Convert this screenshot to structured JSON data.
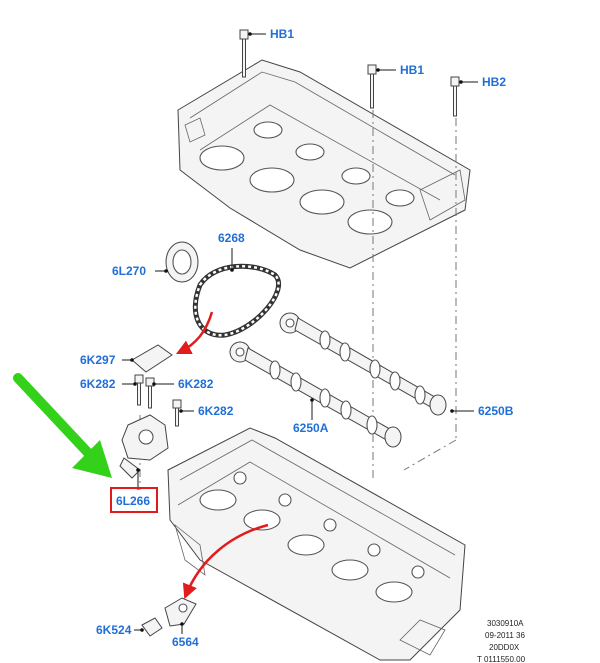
{
  "callouts": {
    "hb1_top": "HB1",
    "hb1_mid": "HB1",
    "hb2": "HB2",
    "p6268": "6268",
    "p6l270": "6L270",
    "p6k297": "6K297",
    "p6k282_left": "6K282",
    "p6k282_right": "6K282",
    "p6k282_lower": "6K282",
    "p6250a": "6250A",
    "p6250b": "6250B",
    "p6l266": "6L266",
    "p6k524": "6K524",
    "p6564": "6564"
  },
  "reference": {
    "line1": "3030910A",
    "line2": "09-2011 36",
    "line3": "20DD0X",
    "line4": "T 0111550.00"
  },
  "colors": {
    "label_blue": "#1f6fd6",
    "highlight_box": "#e01b1b",
    "green_arrow": "#33d11a",
    "red_arrow": "#e21c1c"
  }
}
